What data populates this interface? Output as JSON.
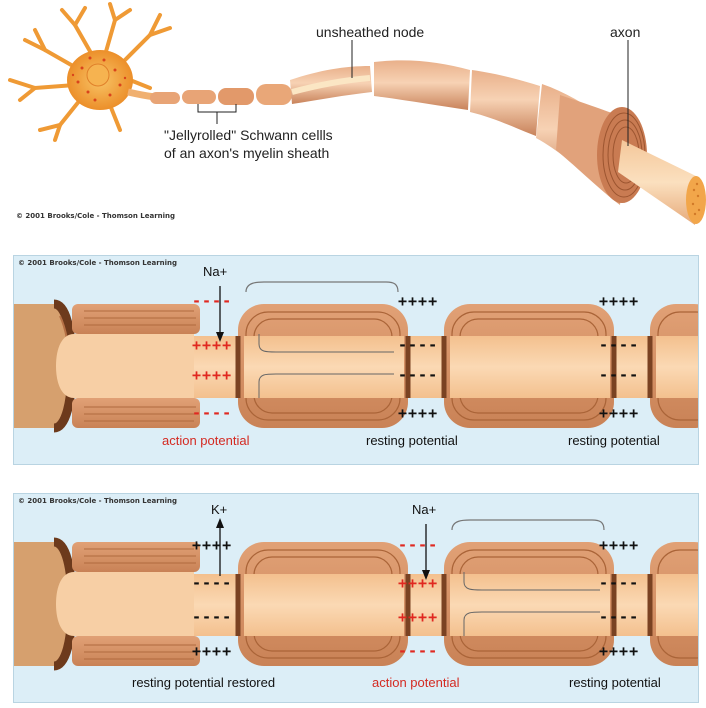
{
  "figure1": {
    "labels": {
      "unsheathed_node": "unsheathed node",
      "axon": "axon",
      "schwann_line1": "\"Jellyrolled\" Schwann cellls",
      "schwann_line2": "of an axon's myelin sheath"
    },
    "copyright": "© 2001 Brooks/Cole - Thomson Learning"
  },
  "panel1": {
    "copyright": "© 2001 Brooks/Cole - Thomson Learning",
    "ion_label": "Na+",
    "captions": [
      "action potential",
      "resting potential",
      "resting potential"
    ],
    "signs": {
      "node1_outer": "----",
      "node1_inner": "++++",
      "node2_outer": "++++",
      "node2_inner": "----",
      "node3_outer": "++++",
      "node3_inner": "----"
    }
  },
  "panel2": {
    "copyright": "© 2001 Brooks/Cole - Thomson Learning",
    "ion_label_k": "K+",
    "ion_label_na": "Na+",
    "captions": [
      "resting potential restored",
      "action potential",
      "resting potential"
    ],
    "signs": {
      "node1_outer": "++++",
      "node1_inner": "----",
      "node2_outer": "----",
      "node2_inner": "++++",
      "node3_outer": "++++",
      "node3_inner": "----"
    }
  },
  "colors": {
    "axon_fill": "#f6c898",
    "myelin": "#d89a6a",
    "myelin_dark": "#8a4a22",
    "panel_bg": "#dceef7",
    "action_red": "#d42a22",
    "neuron_body": "#f3a23a"
  }
}
